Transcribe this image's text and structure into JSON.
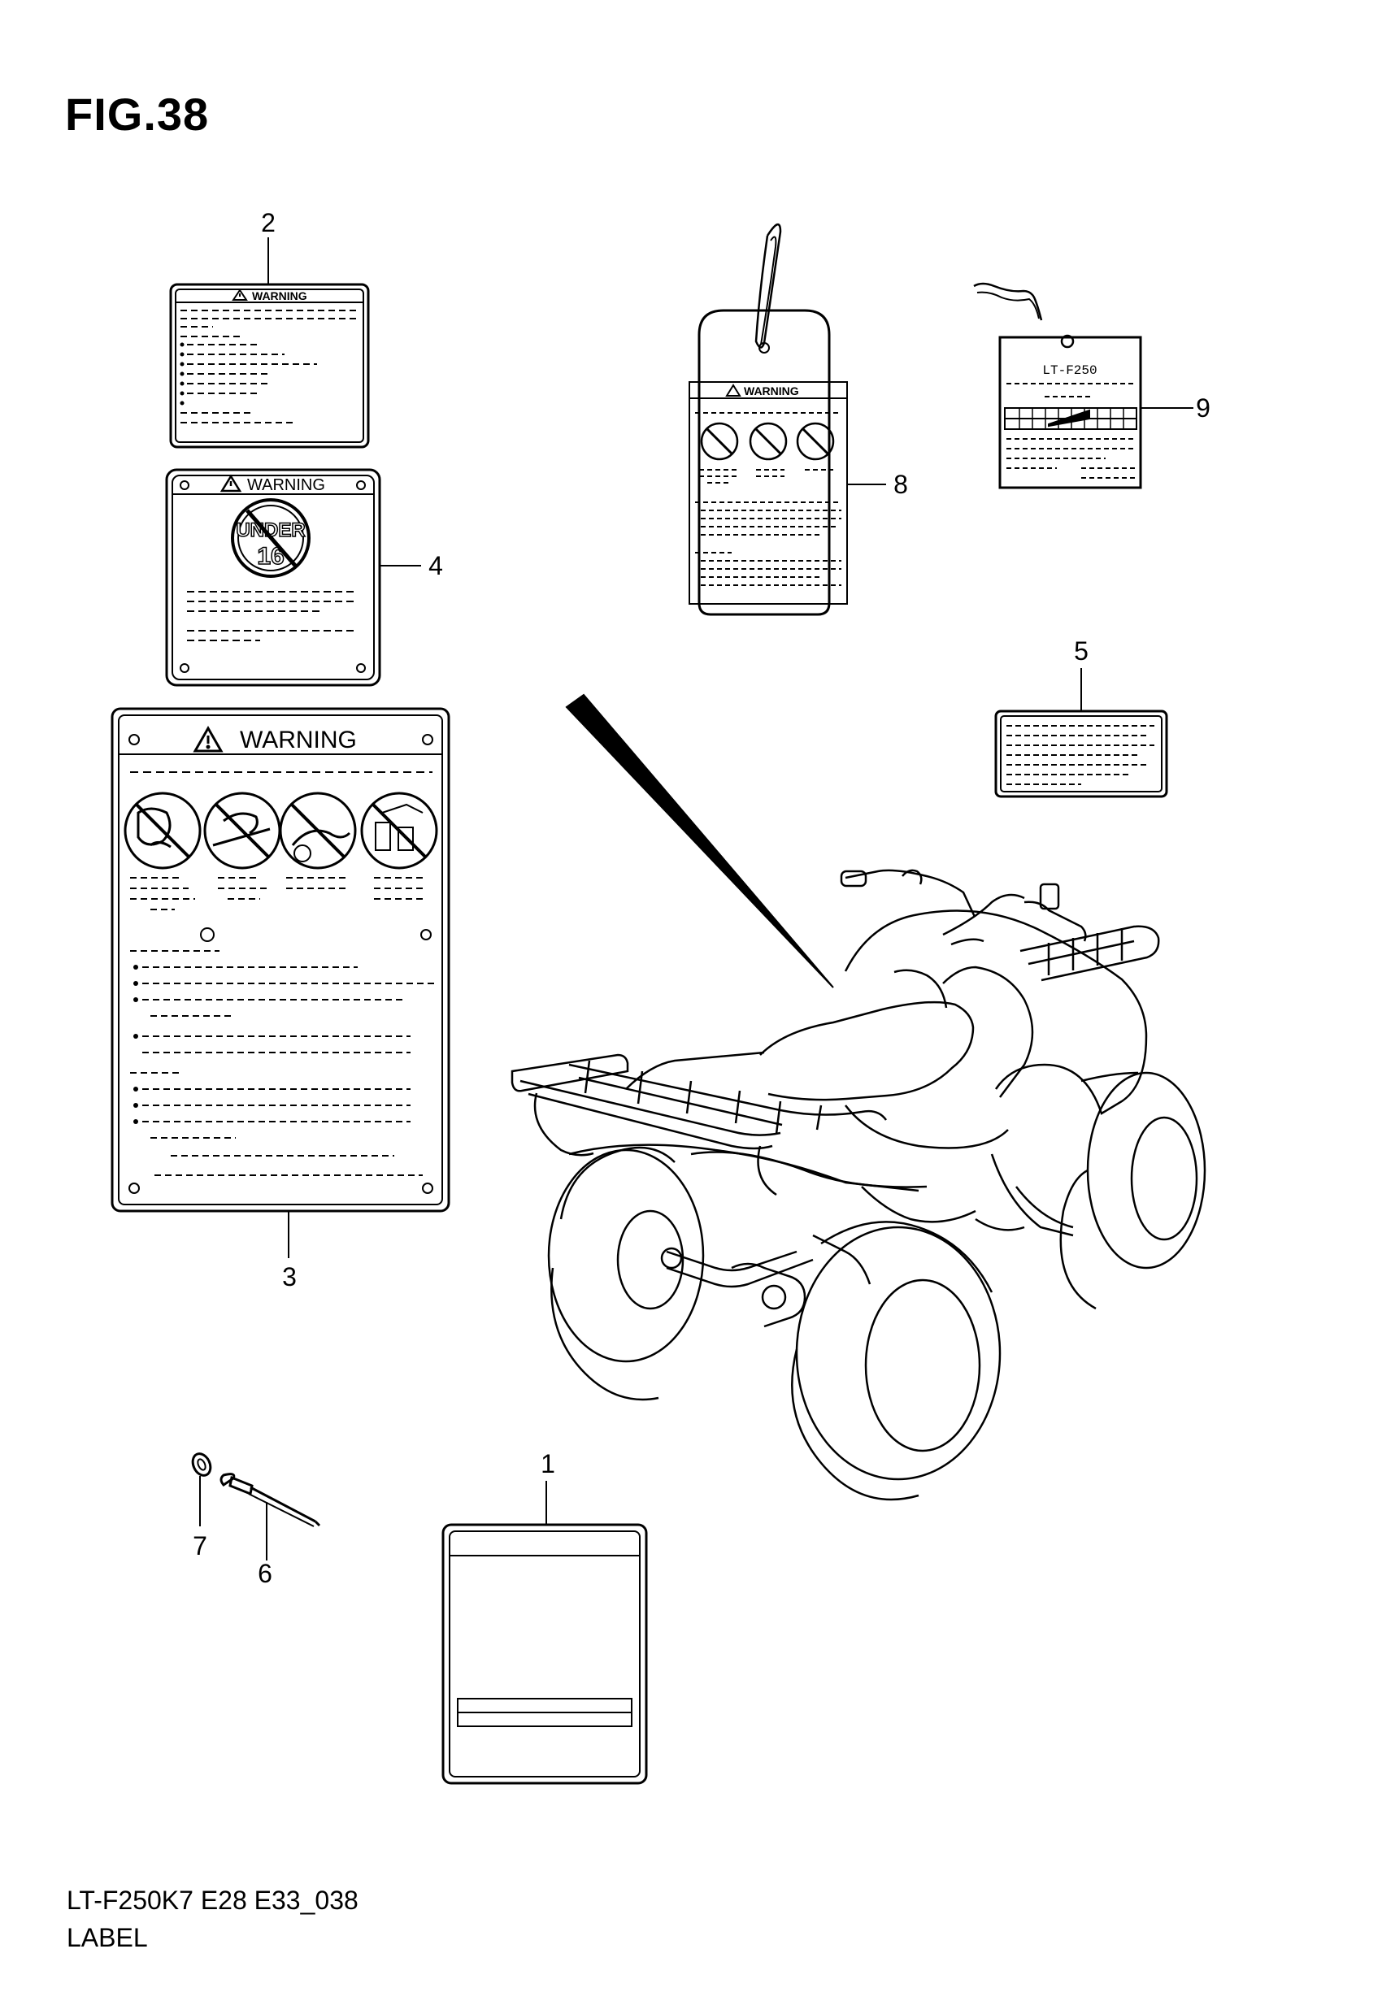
{
  "figure": {
    "title": "FIG.38",
    "code": "LT-F250K7 E28 E33_038",
    "label": "LABEL"
  },
  "callouts": [
    "1",
    "2",
    "3",
    "4",
    "5",
    "6",
    "7",
    "8",
    "9"
  ],
  "labels": {
    "warning_small": "WARNING",
    "warning_large": "WARNING",
    "under_text": "UNDER",
    "under_age": "16",
    "tag_model": "LT-F250"
  },
  "colors": {
    "line": "#000000",
    "background": "#ffffff"
  }
}
